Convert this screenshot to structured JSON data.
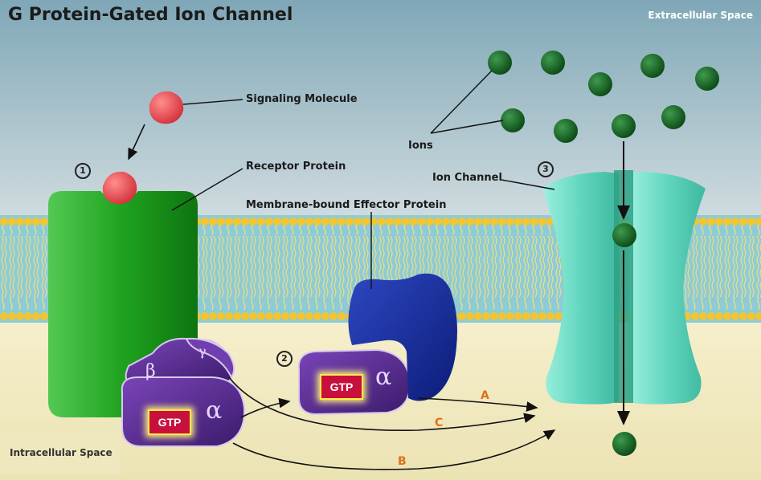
{
  "title": "G Protein-Gated Ion Channel",
  "regions": {
    "extracellular": "Extracellular Space",
    "intracellular": "Intracellular Space"
  },
  "labels": {
    "signaling_molecule": "Signaling Molecule",
    "receptor_protein": "Receptor Protein",
    "effector_protein": "Membrane-bound Effector Protein",
    "ions": "Ions",
    "ion_channel": "Ion Channel"
  },
  "steps": [
    "1",
    "2",
    "3"
  ],
  "pathways": [
    "A",
    "B",
    "C"
  ],
  "g_protein": {
    "alpha": "α",
    "beta": "β",
    "gamma": "γ",
    "gtp": "GTP"
  },
  "colors": {
    "receptor": "#1aa21a",
    "effector": "#1a2f9c",
    "g_protein": "#5a2d8f",
    "ion_channel": "#5fd8c0",
    "ion": "#0f5a1c",
    "signaling_molecule": "#e8474d",
    "gtp_box": "#c8103c",
    "pathway_label": "#e0701c"
  }
}
